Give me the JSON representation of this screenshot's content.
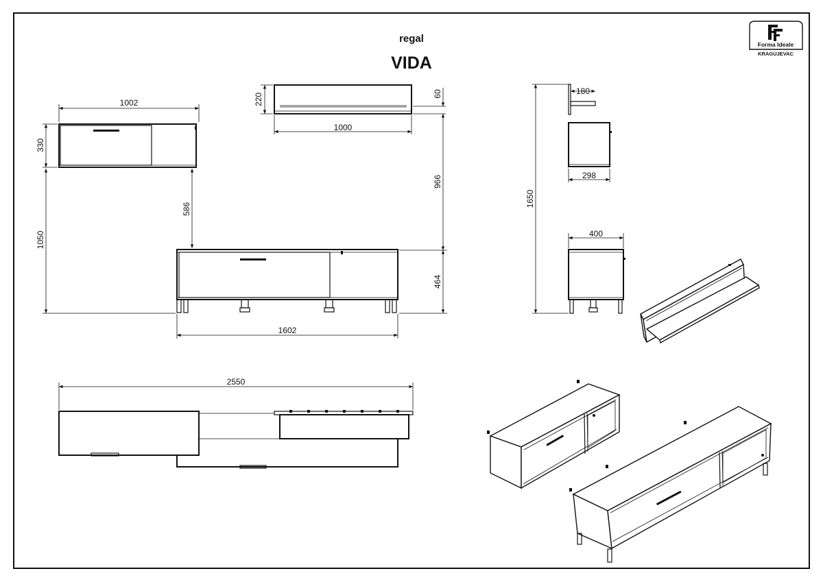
{
  "header": {
    "subtitle": "regal",
    "title": "VIDA"
  },
  "logo": {
    "brand": "Forma Ideale",
    "city": "KRAGUJEVAC"
  },
  "dimensions": {
    "wall_cabinet_width": "1002",
    "wall_cabinet_height": "330",
    "shelf_height": "220",
    "shelf_depth": "60",
    "shelf_width": "1000",
    "cabinet_to_tv_gap": "586",
    "shelf_to_tv_height": "966",
    "wall_cabinet_floor_height": "1050",
    "tv_unit_width": "1602",
    "tv_unit_height": "464",
    "side_shelf_depth": "180",
    "side_wall_cabinet_depth": "298",
    "total_height": "1650",
    "side_tv_depth": "400",
    "total_width": "2550"
  },
  "colors": {
    "line": "#111111",
    "background": "#ffffff"
  }
}
